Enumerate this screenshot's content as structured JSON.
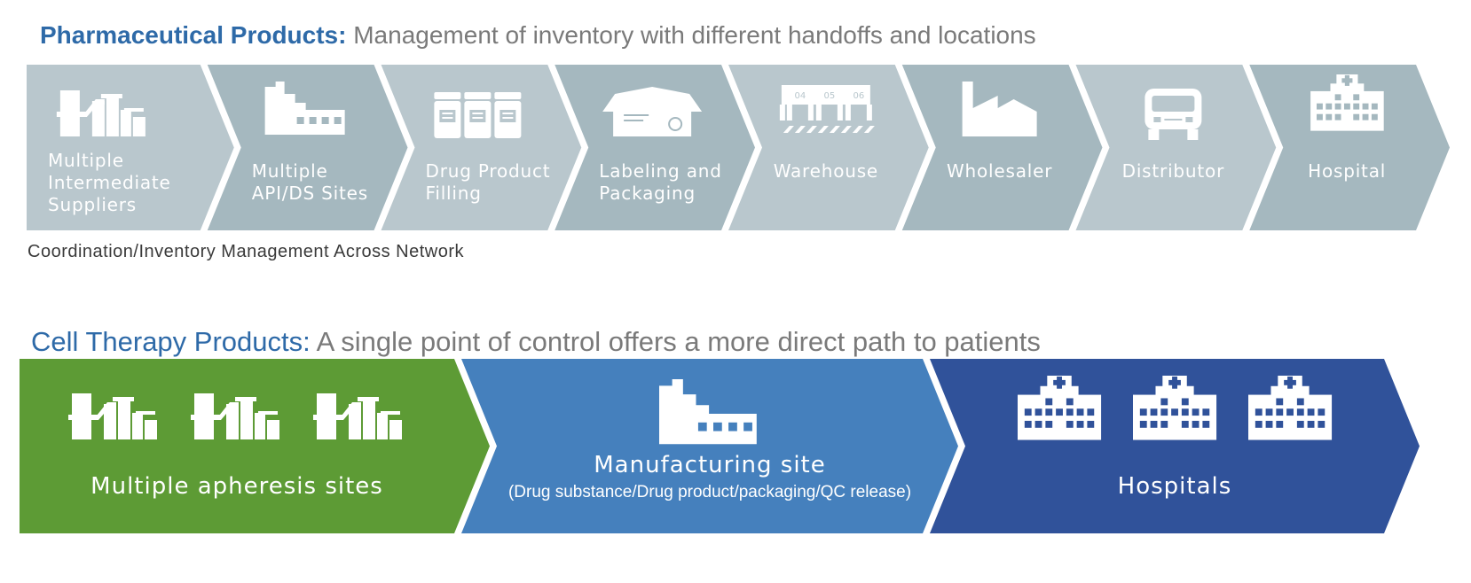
{
  "pharma": {
    "title_lead": "Pharmaceutical Products:",
    "title_rest": " Management of inventory with different handoffs and locations",
    "note": "Coordination/Inventory Management Across Network",
    "steps": [
      {
        "label_lines": [
          "Multiple",
          "Intermediate",
          "Suppliers"
        ],
        "icon": "suppliers-icon"
      },
      {
        "label_lines": [
          "Multiple",
          "API/DS Sites"
        ],
        "icon": "factory-icon"
      },
      {
        "label_lines": [
          "Drug Product",
          "Filling"
        ],
        "icon": "vials-icon"
      },
      {
        "label_lines": [
          "Labeling and",
          "Packaging"
        ],
        "icon": "package-icon"
      },
      {
        "label_lines": [
          "Warehouse"
        ],
        "icon": "warehouse-icon"
      },
      {
        "label_lines": [
          "Wholesaler"
        ],
        "icon": "wholesaler-icon"
      },
      {
        "label_lines": [
          "Distributor"
        ],
        "icon": "truck-icon"
      },
      {
        "label_lines": [
          "Hospital"
        ],
        "icon": "hospital-icon"
      }
    ],
    "warehouse_bays": [
      "04",
      "05",
      "06"
    ],
    "colors": {
      "light": "#b9c7cd",
      "dark": "#a5b8bf"
    }
  },
  "cell": {
    "title_lead": "Cell Therapy Products:",
    "title_rest": " A single point of control offers a more direct path to patients",
    "segments": [
      {
        "label": "Multiple apheresis sites",
        "sub": "",
        "color": "#5d9b35",
        "icon": "suppliers-icon"
      },
      {
        "label": "Manufacturing site",
        "sub": "(Drug substance/Drug product/packaging/QC release)",
        "color": "#4580bd",
        "icon": "factory-icon"
      },
      {
        "label": "Hospitals",
        "sub": "",
        "color": "#30529a",
        "icon": "hospital-icon"
      }
    ]
  }
}
